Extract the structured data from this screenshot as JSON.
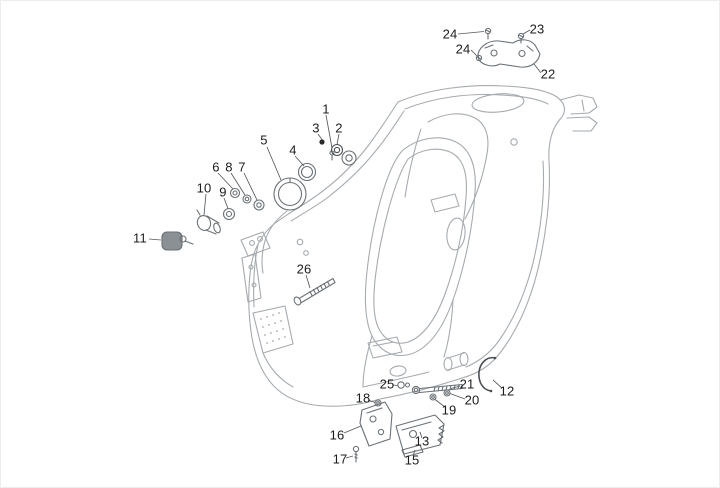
{
  "page": {
    "background": "#ffffff",
    "border_color": "#ededed"
  },
  "diagram": {
    "kind": "exploded-parts-diagram",
    "line_color": "#a6abaf",
    "hardware_color": "#6b7176",
    "leader_color": "#55595d",
    "label_color": "#1c1c1c",
    "callouts": [
      {
        "label": "1"
      },
      {
        "label": "3"
      },
      {
        "label": "2"
      },
      {
        "label": "5"
      },
      {
        "label": "4"
      },
      {
        "label": "6"
      },
      {
        "label": "8"
      },
      {
        "label": "7"
      },
      {
        "label": "10"
      },
      {
        "label": "9"
      },
      {
        "label": "11"
      },
      {
        "label": "26"
      },
      {
        "label": "24"
      },
      {
        "label": "23"
      },
      {
        "label": "24"
      },
      {
        "label": "22"
      },
      {
        "label": "25"
      },
      {
        "label": "21"
      },
      {
        "label": "12"
      },
      {
        "label": "18"
      },
      {
        "label": "20"
      },
      {
        "label": "19"
      },
      {
        "label": "16"
      },
      {
        "label": "13"
      },
      {
        "label": "17"
      },
      {
        "label": "15"
      }
    ]
  }
}
